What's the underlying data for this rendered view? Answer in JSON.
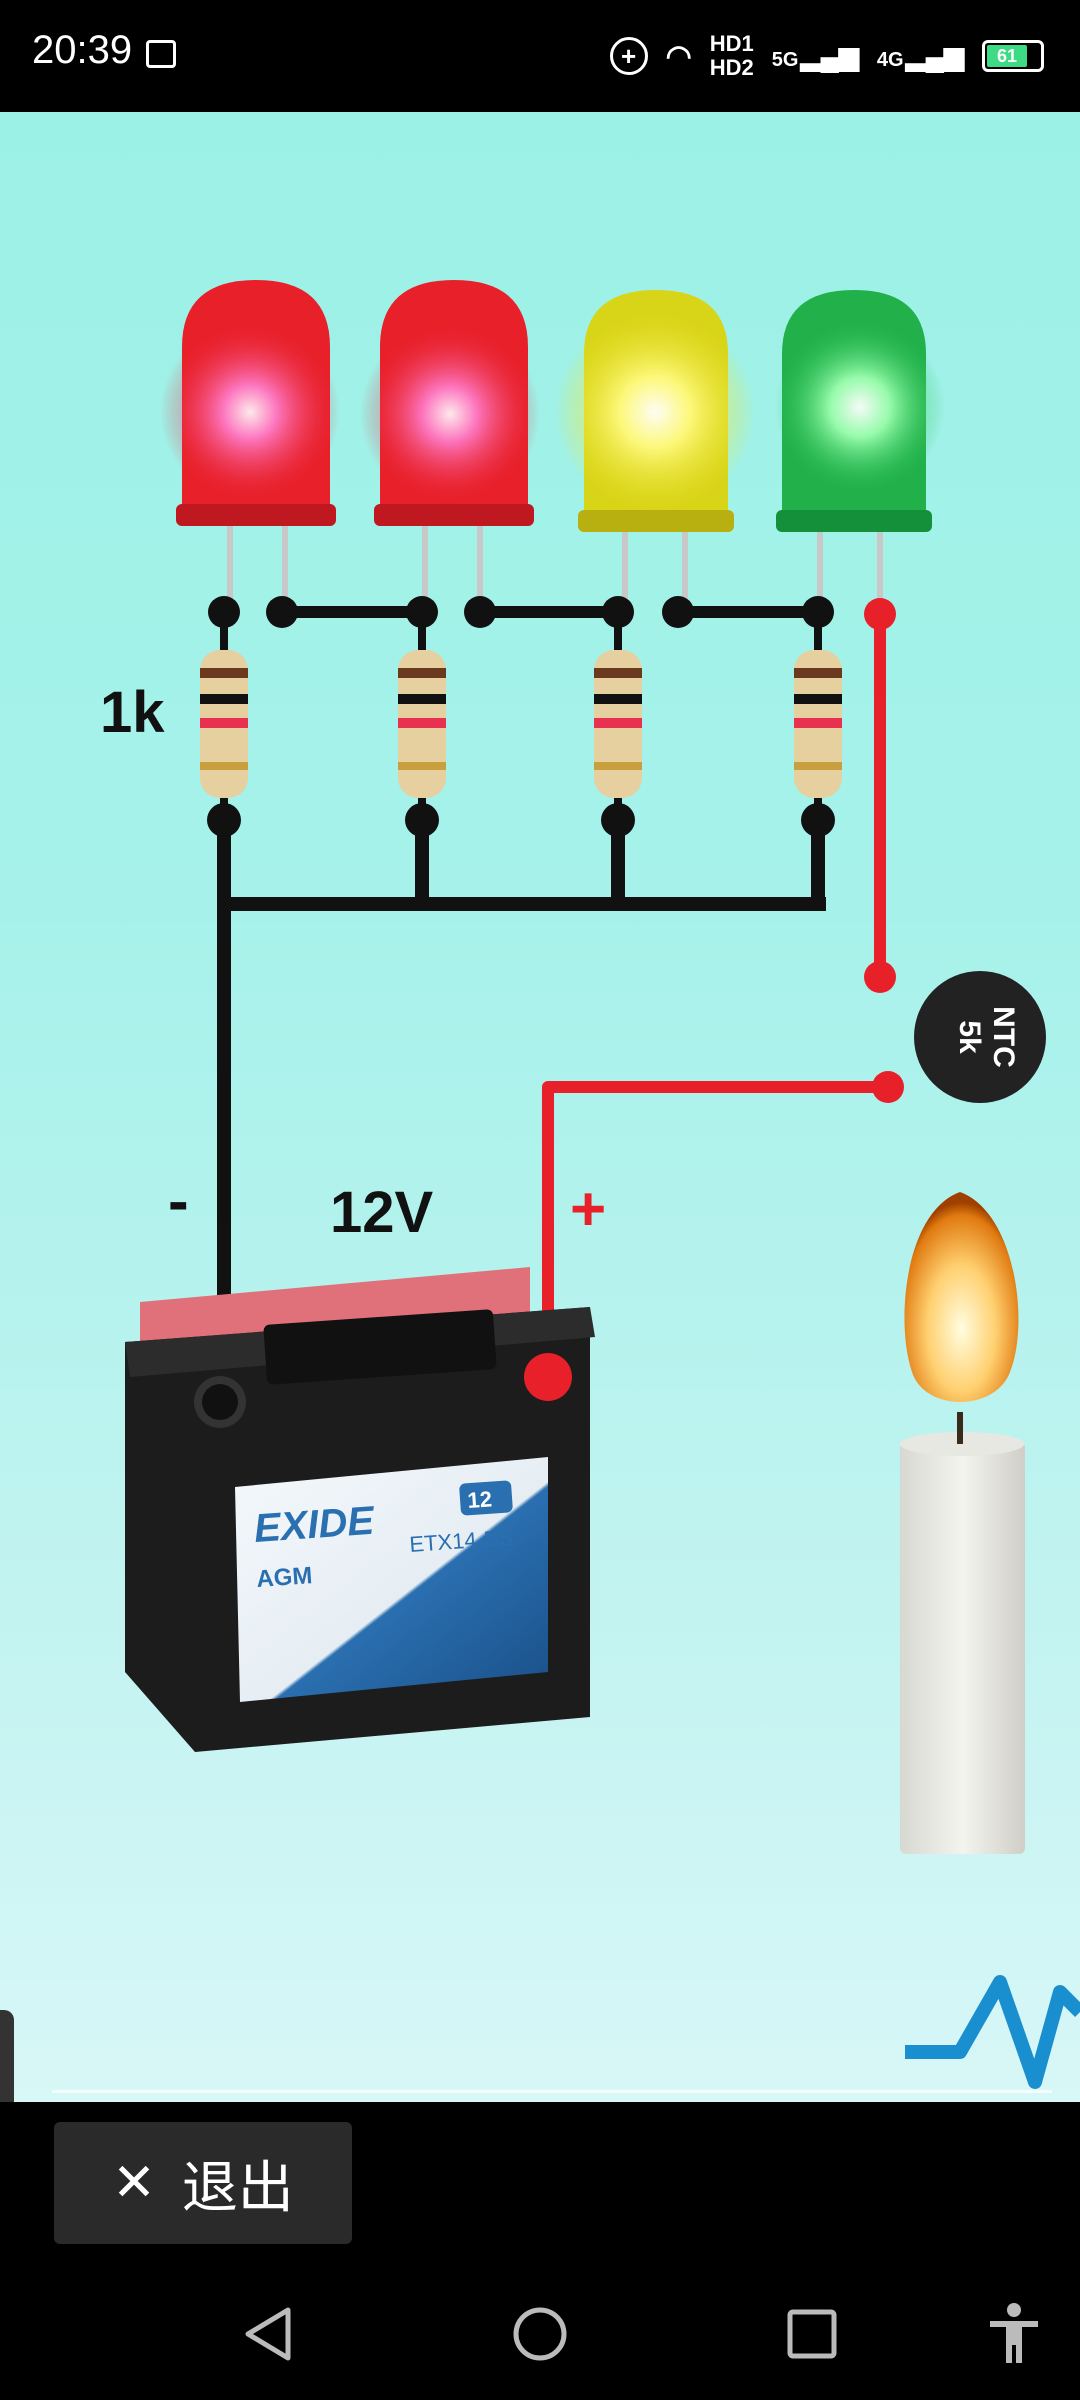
{
  "status_bar": {
    "time": "20:39",
    "network_1": "HD1",
    "network_2": "HD2",
    "signal_1": "5G",
    "signal_2": "4G",
    "battery": "61"
  },
  "circuit": {
    "resistor_label": "1k",
    "battery_voltage": "12V",
    "minus_label": "-",
    "plus_label": "+",
    "ntc_line1": "NTC",
    "ntc_line2": "5k",
    "battery_brand": "EXIDE",
    "battery_type": "AGM",
    "battery_model": "ETX14-BS",
    "battery_capacity": "12",
    "led_colors": [
      "#e8202a",
      "#e8202a",
      "#e6e020",
      "#22c050"
    ]
  },
  "overlay": {
    "exit_label": "退出",
    "exit_icon": "close-icon"
  },
  "nav": {
    "back_icon": "back-triangle-icon",
    "home_icon": "home-circle-icon",
    "recents_icon": "recents-square-icon",
    "accessibility_icon": "accessibility-icon"
  }
}
